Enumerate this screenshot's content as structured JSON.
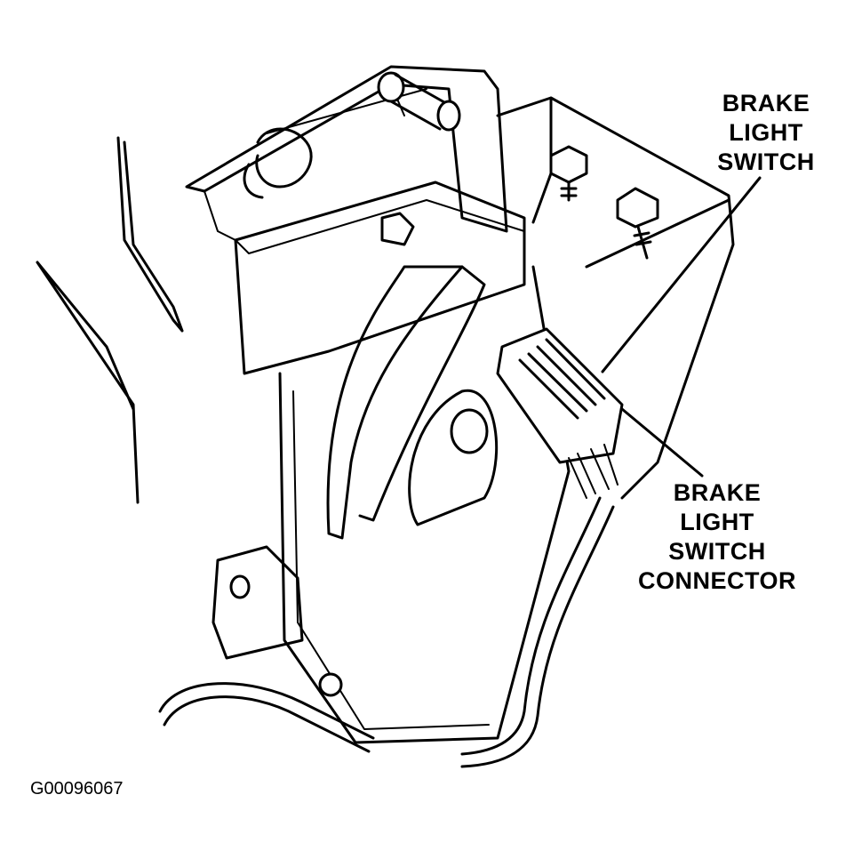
{
  "labels": {
    "brake_light_switch": [
      "BRAKE",
      "LIGHT",
      "SWITCH"
    ],
    "brake_light_switch_connector": [
      "BRAKE",
      "LIGHT",
      "SWITCH",
      "CONNECTOR"
    ]
  },
  "figure_id": "G00096067",
  "colors": {
    "ink": "#000000",
    "paper": "#ffffff"
  }
}
